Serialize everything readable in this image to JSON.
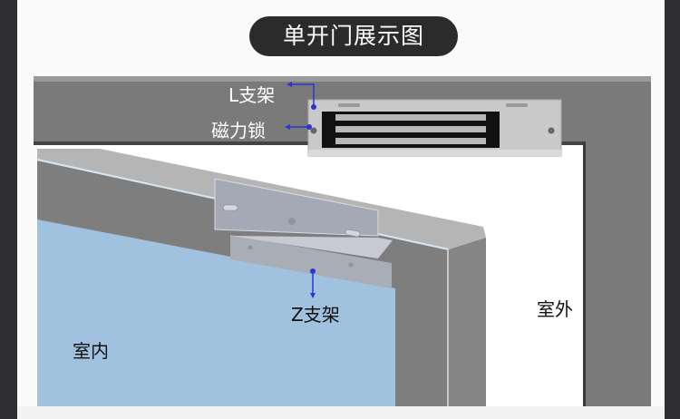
{
  "title": "单开门展示图",
  "labels": {
    "l_bracket": "L支架",
    "magnetic_lock": "磁力锁",
    "z_bracket": "Z支架",
    "indoor": "室内",
    "outdoor": "室外"
  },
  "colors": {
    "accent_arrow": "#2b35d6",
    "frame": "#7a7a7a",
    "door_face": "#a0c2de"
  }
}
